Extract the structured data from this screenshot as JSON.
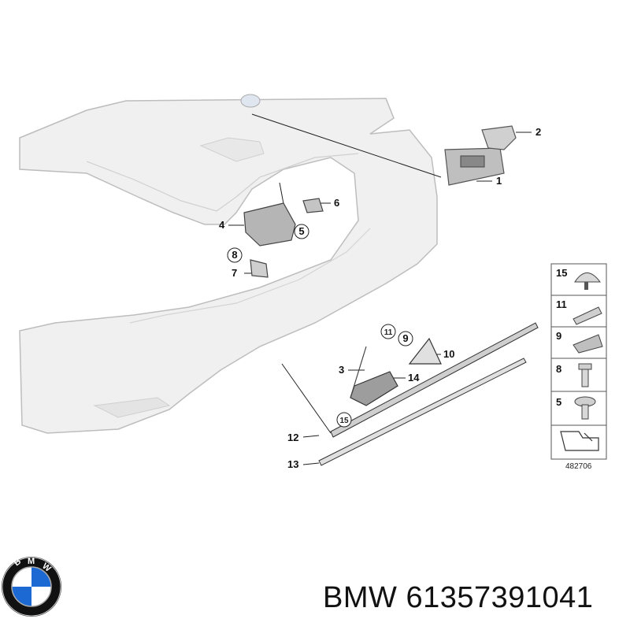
{
  "diagram": {
    "callouts": {
      "c1": "1",
      "c2": "2",
      "c3": "3",
      "c4": "4",
      "c5": "5",
      "c6": "6",
      "c7": "7",
      "c8": "8",
      "c10": "10",
      "c12": "12",
      "c13": "13",
      "c14": "14"
    },
    "circled": {
      "c5": "5",
      "c8": "8",
      "c9": "9",
      "c11": "11",
      "c15": "15"
    },
    "legend": {
      "items": [
        "15",
        "11",
        "9",
        "8",
        "5"
      ],
      "diagram_number": "482706"
    }
  },
  "caption": {
    "brand": "BMW",
    "part_number": "61357391041"
  },
  "logo": {
    "letters": "BMW",
    "colors": {
      "blue": "#1c69d4",
      "white": "#ffffff",
      "ring": "#000000"
    }
  }
}
